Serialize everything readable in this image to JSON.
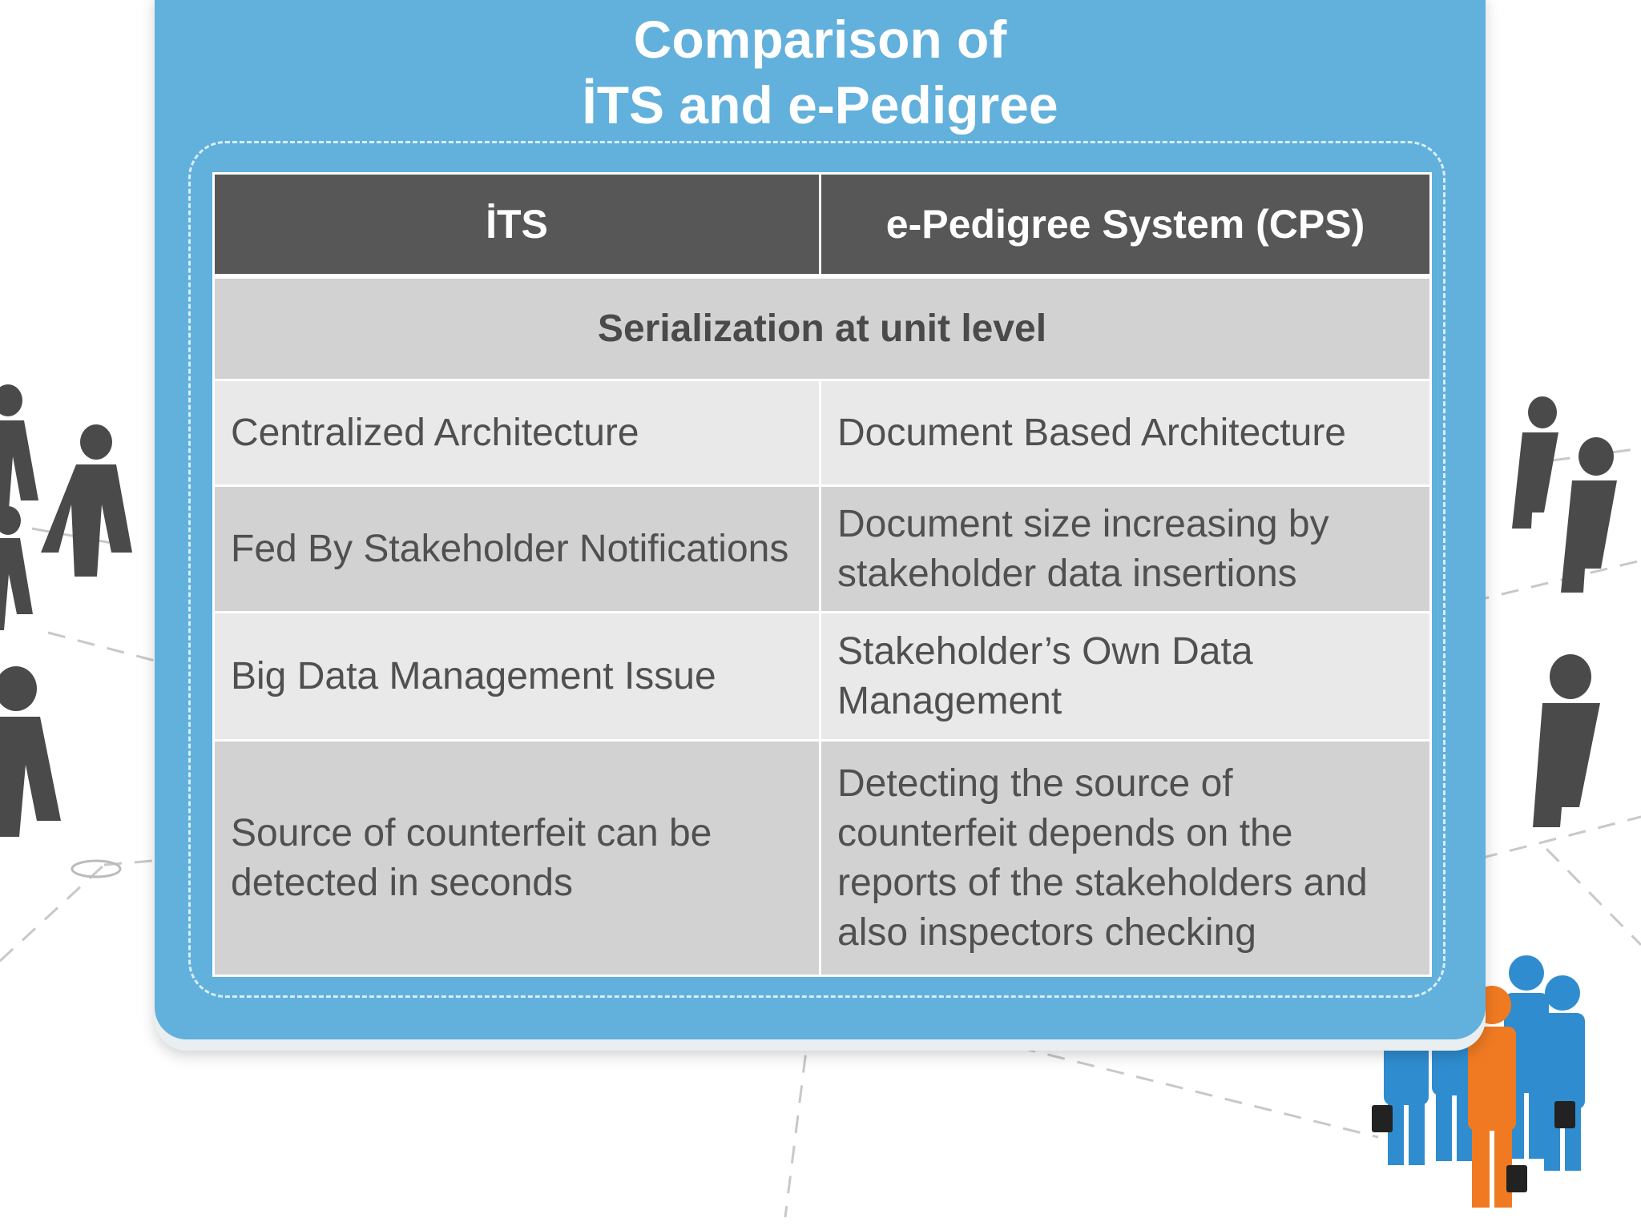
{
  "slide": {
    "title_line1": "Comparison of",
    "title_line2": "İTS and e-Pedigree"
  },
  "table": {
    "headers": [
      "İTS",
      "e-Pedigree System (CPS)"
    ],
    "merged_row": "Serialization at unit level",
    "rows": [
      [
        "Centralized Architecture",
        "Document Based Architecture"
      ],
      [
        "Fed By Stakeholder Notifications",
        "Document size increasing by stakeholder data insertions"
      ],
      [
        "Big Data Management Issue",
        "Stakeholder’s Own Data Management"
      ],
      [
        "Source of counterfeit can be detected in seconds",
        "Detecting the source of counterfeit depends on the reports of the stakeholders and also inspectors checking"
      ]
    ]
  },
  "colors": {
    "panel": "#62b0dc",
    "header_bg": "#575757",
    "row_light": "#e9e9ea",
    "row_dark": "#d2d2d3",
    "accent_orange": "#f07a22"
  },
  "icons": [
    "person-figure-icon",
    "business-people-group-icon"
  ]
}
